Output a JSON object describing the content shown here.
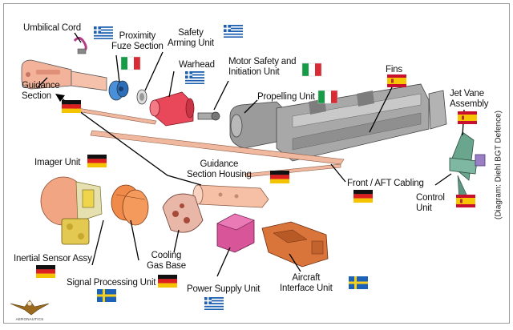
{
  "credit": "(Diagram: Diehl BGT Defence)",
  "labels": {
    "umbilical": "Umbilical Cord",
    "proximity": "Proximity\nFuze Section",
    "safety": "Safety\nArming Unit",
    "warhead": "Warhead",
    "motor": "Motor Safety and\nInitiation Unit",
    "propelling": "Propelling Unit",
    "fins": "Fins",
    "jetvane": "Jet Vane\nAssembly",
    "guidance": "Guidance\nSection",
    "housing": "Guidance\nSection Housing",
    "cabling": "Front / AFT Cabling",
    "control": "Control\nUnit",
    "imager": "Imager Unit",
    "inertial": "Inertial Sensor Assy",
    "signal": "Signal Processing Unit",
    "cooling": "Cooling\nGas Base",
    "power": "Power Supply Unit",
    "aircraft": "Aircraft\nInterface Unit"
  },
  "logo_text": "AERONAUTICS",
  "colors": {
    "missile_pink": "#f2b39a",
    "warhead_red": "#e8485a",
    "body_grey": "#8c8c8c",
    "signal_orange": "#ef8a4a",
    "power_magenta": "#d8559a",
    "interface_orange": "#d9743a",
    "pointer_black": "#000000"
  },
  "flags": [
    "greece",
    "italy",
    "germany",
    "spain",
    "sweden"
  ]
}
